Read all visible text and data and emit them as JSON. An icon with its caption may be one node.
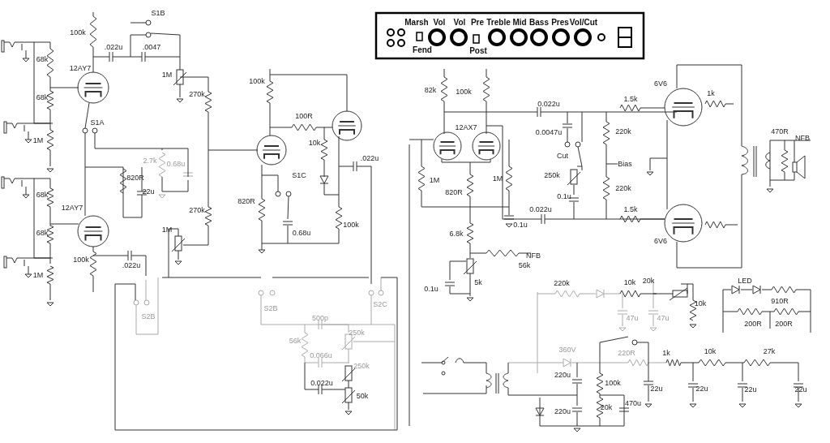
{
  "diagram": {
    "labels": [
      "S1B",
      "100k",
      ".022u",
      ".0047",
      "12AY7",
      "68k",
      "1M",
      "68k",
      "270k",
      "S1A",
      "1M",
      "2.7k",
      "0.68u",
      "820R",
      "22u",
      "68k",
      "12AY7",
      "270k",
      "68k",
      "1M",
      "100k",
      ".022u",
      "1M",
      "S2B",
      "100k",
      "100R",
      "10k",
      "S1C",
      ".022u",
      "820R",
      "0.68u",
      "100k",
      "S2B",
      "S2C",
      "500p",
      "250k",
      "56k",
      "0.066u",
      "250k",
      "0.022u",
      "50k",
      "Marsh",
      "Vol",
      "Vol",
      "Pre",
      "Treble",
      "Mid",
      "Bass",
      "Pres",
      "Vol/Cut",
      "Fend",
      "Post",
      "82k",
      "100k",
      "0.022u",
      "12AX7",
      "0.0047u",
      "Cut",
      "250k",
      "1M",
      "1M",
      "820R",
      "0.1u",
      "0.022u",
      "0.1u",
      "6.8k",
      "NFB",
      "56k",
      "0.1u",
      "5k",
      "220k",
      "Bias",
      "220k",
      "6V6",
      "1.5k",
      "1k",
      "470R",
      "NFB",
      "1.5k",
      "6V6",
      "220k",
      "10k",
      "20k",
      "LED",
      "10k",
      "910R",
      "47u",
      "47u",
      "200R",
      "200R",
      "360V",
      "220R",
      "1k",
      "10k",
      "27k",
      "220u",
      "100k",
      "22u",
      "22u",
      "22u",
      "22u",
      "470u",
      "20k",
      "220u"
    ]
  }
}
